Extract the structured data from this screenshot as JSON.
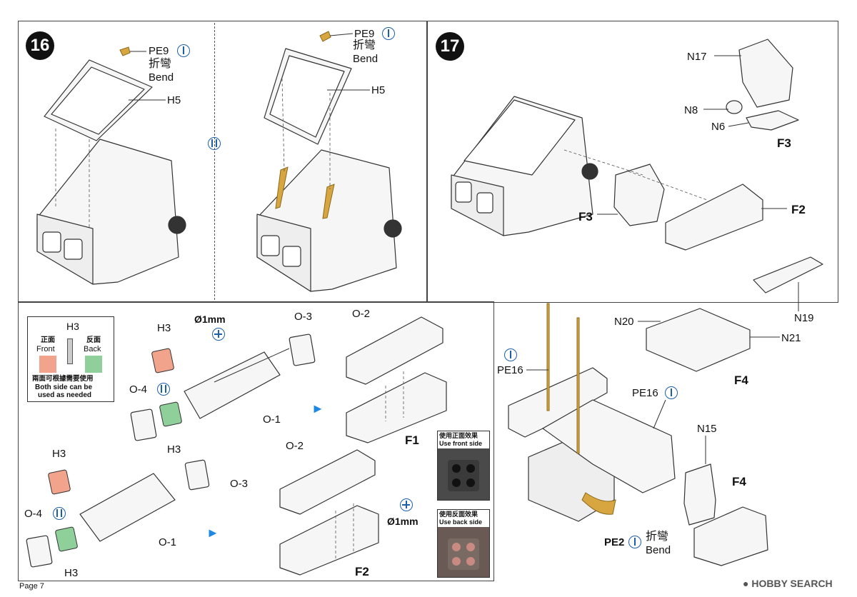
{
  "steps": {
    "s16": "16",
    "s17": "17"
  },
  "labels": {
    "pe9": "PE9",
    "bend_zh": "折彎",
    "bend_en": "Bend",
    "h5": "H5",
    "n17": "N17",
    "n8": "N8",
    "n6": "N6",
    "f3": "F3",
    "f2": "F2",
    "f1": "F1",
    "f4": "F4",
    "n19": "N19",
    "n20": "N20",
    "n21": "N21",
    "n15": "N15",
    "pe16": "PE16",
    "pe2": "PE2",
    "h3": "H3",
    "o1": "O-1",
    "o2": "O-2",
    "o3": "O-3",
    "o4": "O-4",
    "dia": "Ø1mm"
  },
  "legend": {
    "title": "H3",
    "front_zh": "正面",
    "front_en": "Front",
    "back_zh": "反面",
    "back_en": "Back",
    "note_zh": "兩面可根據需要使用",
    "note_en_1": "Both side can be",
    "note_en_2": "used as needed"
  },
  "photos": {
    "front_zh": "使用正面效果",
    "front_en": "Use front side",
    "back_zh": "使用反面效果",
    "back_en": "Use back side"
  },
  "footer": {
    "page": "Page 7",
    "brand": "HOBBY SEARCH"
  },
  "colors": {
    "front": "#f2a38b",
    "back": "#8fcf9a",
    "pe": "#d8a640",
    "icon": "#1d5fa8",
    "arrow": "#1e88e5"
  }
}
